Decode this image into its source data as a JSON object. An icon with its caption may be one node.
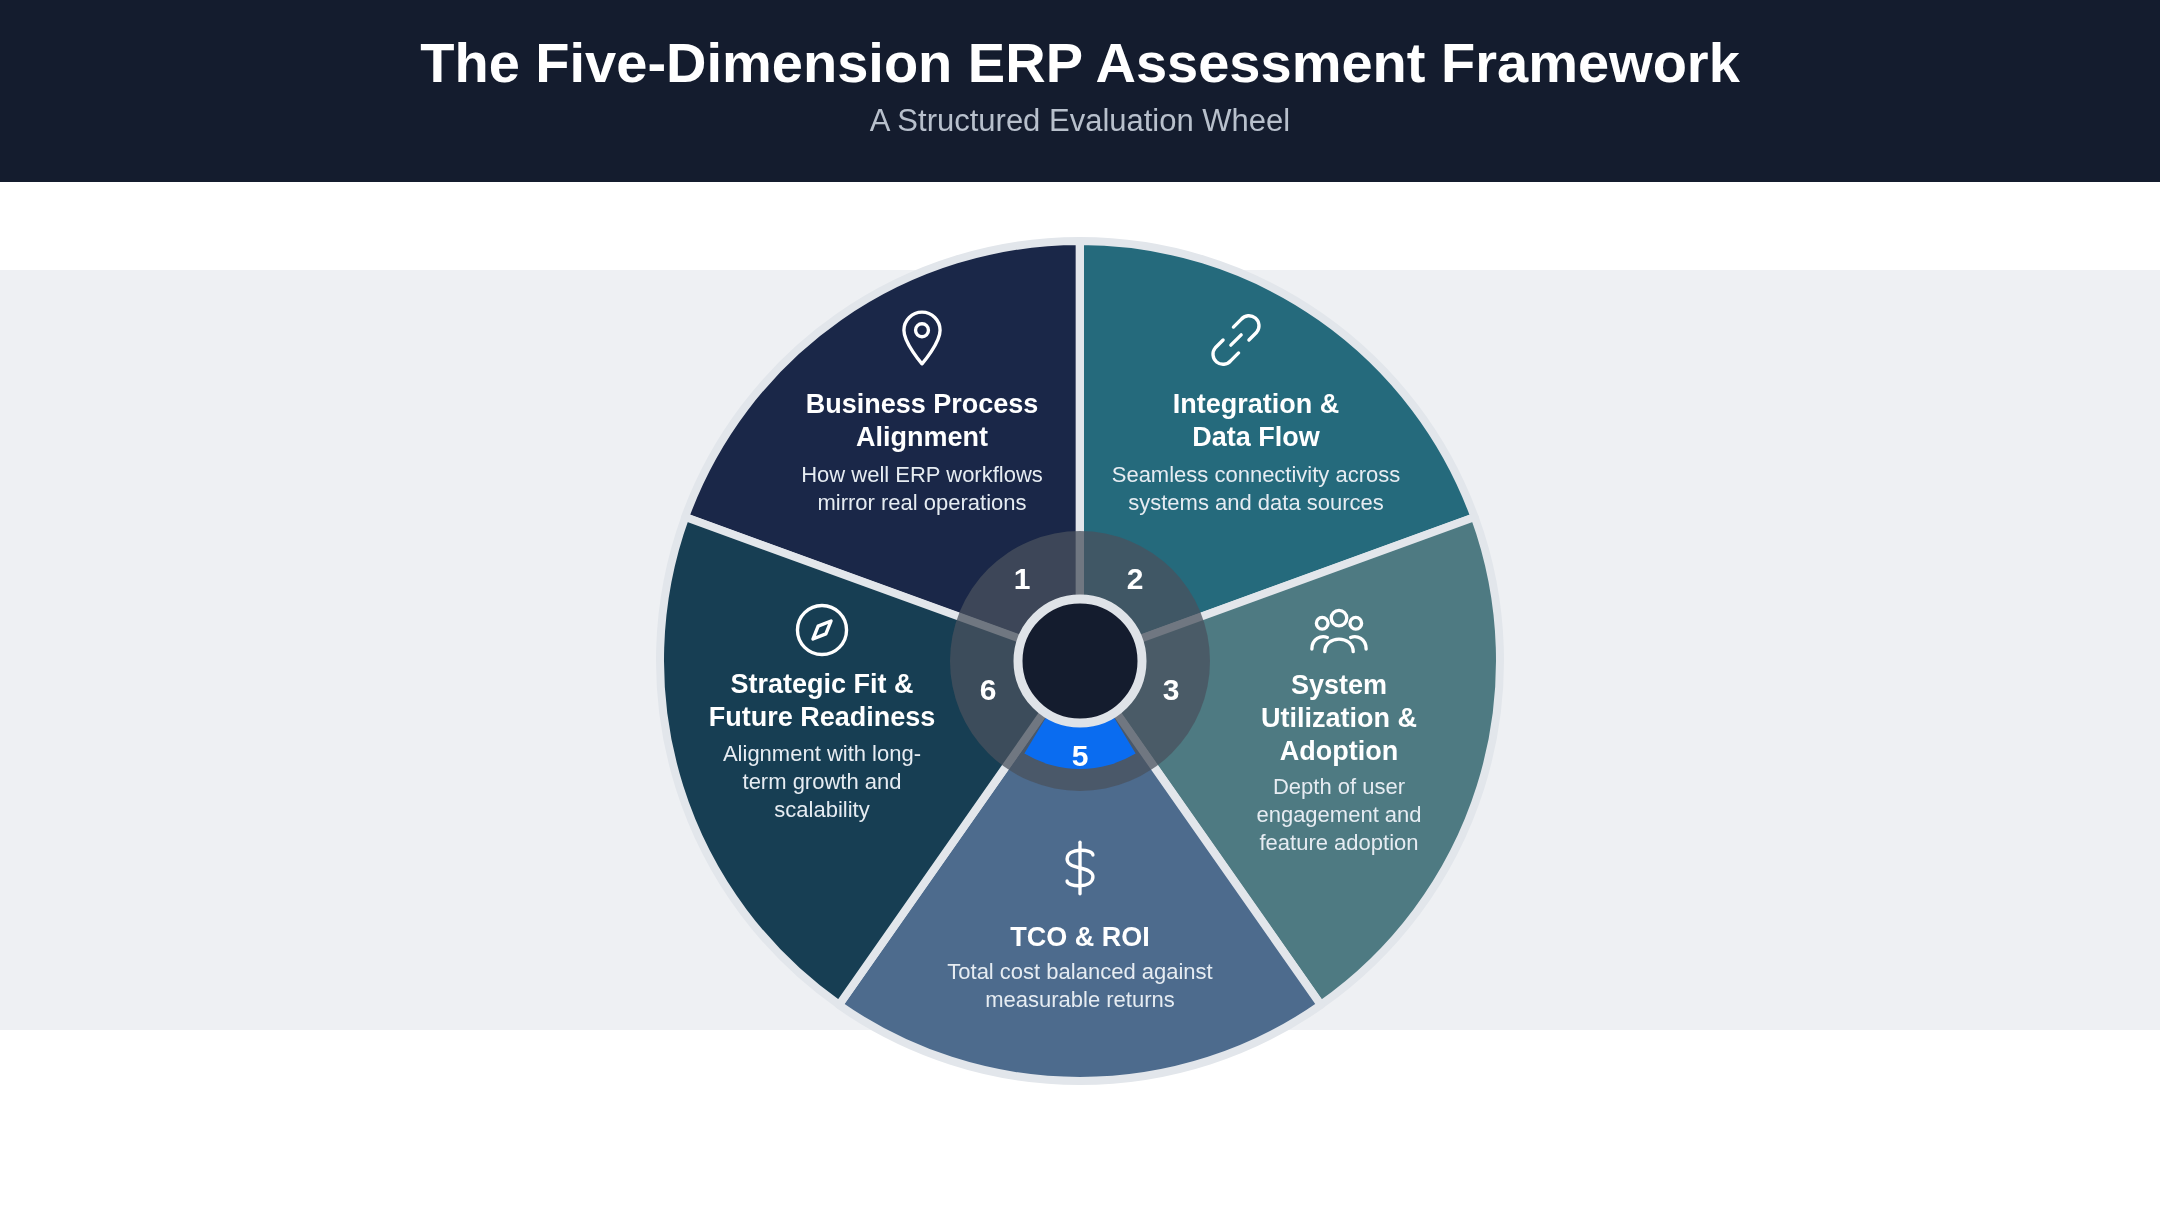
{
  "diagram": {
    "title": "The Five-Dimension ERP Assessment Framework",
    "nodes": [
      {
        "text": [
          "Business Process Alignment",
          "How well ERP workflows mirror real operations",
          "1"
        ]
      },
      {
        "text": [
          "Integration & Data Flow",
          "Seamless connectivity across systems and data sources",
          "2"
        ]
      },
      {
        "text": [
          "System Utilization & Adoption",
          "Depth of user engagement and feature adoption",
          "3"
        ]
      },
      {
        "text": [
          "5",
          "TCO & ROI",
          "Total cost balanced against measurable returns"
        ]
      },
      {
        "text": [
          "Strategic Fit & Future Readiness",
          "Alignment with long-term growth and scalability",
          "6"
        ]
      }
    ],
    "labels": [
      "A Structured Evaluation Wheel"
    ]
  }
}
